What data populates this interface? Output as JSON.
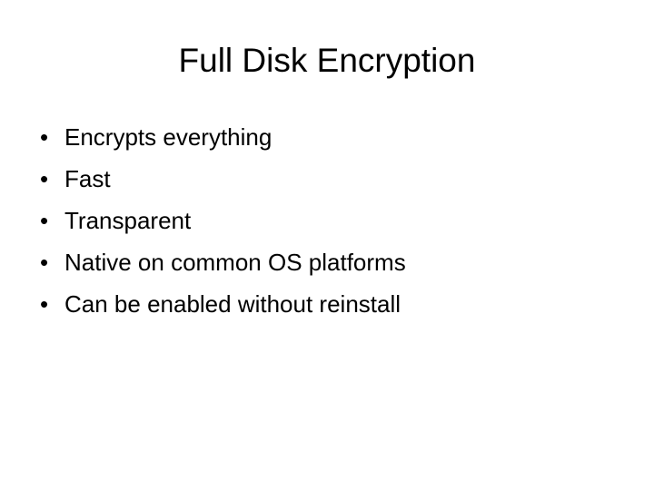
{
  "slide": {
    "title": "Full Disk Encryption",
    "bullets": [
      {
        "marker": "•",
        "text": "Encrypts everything"
      },
      {
        "marker": "•",
        "text": "Fast"
      },
      {
        "marker": "•",
        "text": "Transparent"
      },
      {
        "marker": "•",
        "text": "Native on common OS platforms"
      },
      {
        "marker": "•",
        "text": "Can be enabled without reinstall"
      }
    ]
  }
}
